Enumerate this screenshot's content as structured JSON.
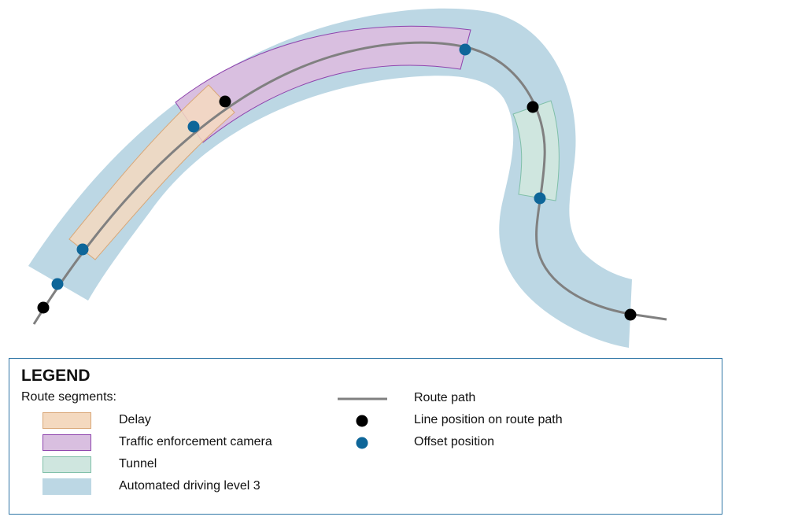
{
  "colors": {
    "route_path": "#808080",
    "line_position": "#000000",
    "offset_position": "#0e6699",
    "delay_fill": "#f4d9bf",
    "delay_stroke": "#d9a777",
    "camera_fill": "#d9bfe0",
    "camera_stroke": "#8e44ad",
    "tunnel_fill": "#cfe6df",
    "tunnel_stroke": "#7fbfa8",
    "automated_fill": "#bcd7e4",
    "legend_border": "#2f76a6"
  },
  "legend": {
    "title": "LEGEND",
    "subtitle": "Route segments:",
    "segments": [
      {
        "label": "Delay",
        "key": "delay"
      },
      {
        "label": "Traffic enforcement camera",
        "key": "camera"
      },
      {
        "label": "Tunnel",
        "key": "tunnel"
      },
      {
        "label": "Automated driving level 3",
        "key": "automated"
      }
    ],
    "symbols": [
      {
        "label": "Route path",
        "icon": "route-line-icon"
      },
      {
        "label": "Line position on route path",
        "icon": "black-dot-icon"
      },
      {
        "label": "Offset position",
        "icon": "blue-dot-icon"
      }
    ]
  }
}
